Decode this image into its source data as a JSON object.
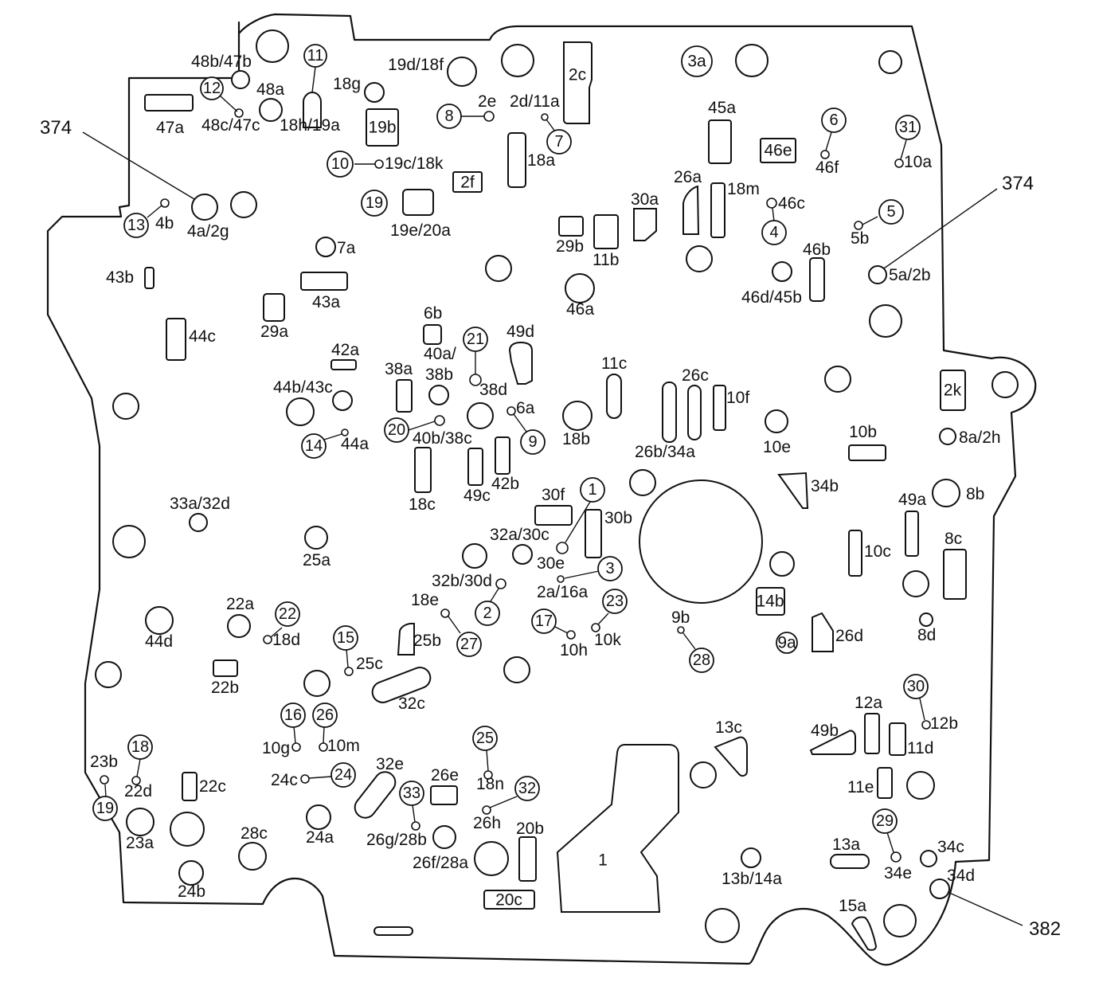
{
  "reference_callouts": [
    "374",
    "374",
    "382"
  ],
  "circled_numbers": [
    "11",
    "12",
    "8",
    "7",
    "10",
    "19",
    "6",
    "31",
    "5",
    "4",
    "13",
    "21",
    "20",
    "9",
    "14",
    "1",
    "3",
    "2",
    "23",
    "17",
    "27",
    "28",
    "22",
    "15",
    "16",
    "26",
    "18",
    "24",
    "25",
    "32",
    "33",
    "19",
    "30",
    "29"
  ],
  "boxed_labels": [
    "2c",
    "19b",
    "2f",
    "46e",
    "2k",
    "14b",
    "20c"
  ],
  "outline_labels": [
    "3a",
    "9a",
    "1"
  ],
  "passage_labels": [
    "48b/47b",
    "19d/18f",
    "48a",
    "18g",
    "48c/47c",
    "18h/19a",
    "47a",
    "2e",
    "2d/11a",
    "18a",
    "45a",
    "46f",
    "10a",
    "26a",
    "18m",
    "30a",
    "46c",
    "29b",
    "11b",
    "19c/18k",
    "19e/20a",
    "4b",
    "4a/2g",
    "7a",
    "43b",
    "43a",
    "29a",
    "44c",
    "5b",
    "5a/2b",
    "46b",
    "46d/45b",
    "46a",
    "6b",
    "40a/",
    "38b",
    "49d",
    "38d",
    "42a",
    "38a",
    "44b/43c",
    "6a",
    "40b/38c",
    "44a",
    "18c",
    "49c",
    "42b",
    "18b",
    "11c",
    "26c",
    "10f",
    "26b/34a",
    "10e",
    "10b",
    "8a/2h",
    "34b",
    "49a",
    "8b",
    "33a/32d",
    "25a",
    "30f",
    "30b",
    "32a/30c",
    "30e",
    "2a/16a",
    "32b/30d",
    "18e",
    "10c",
    "8c",
    "22a",
    "44d",
    "18d",
    "25b",
    "10h",
    "10k",
    "9b",
    "8d",
    "26d",
    "25c",
    "22b",
    "32c",
    "13c",
    "12a",
    "12b",
    "10g",
    "10m",
    "23b",
    "22d",
    "22c",
    "24c",
    "32e",
    "26e",
    "18n",
    "26h",
    "49b",
    "11d",
    "11e",
    "23a",
    "28c",
    "24a",
    "26g/28b",
    "20b",
    "26f/28a",
    "13a",
    "34c",
    "34e",
    "13b/14a",
    "34d",
    "24b",
    "15a"
  ]
}
